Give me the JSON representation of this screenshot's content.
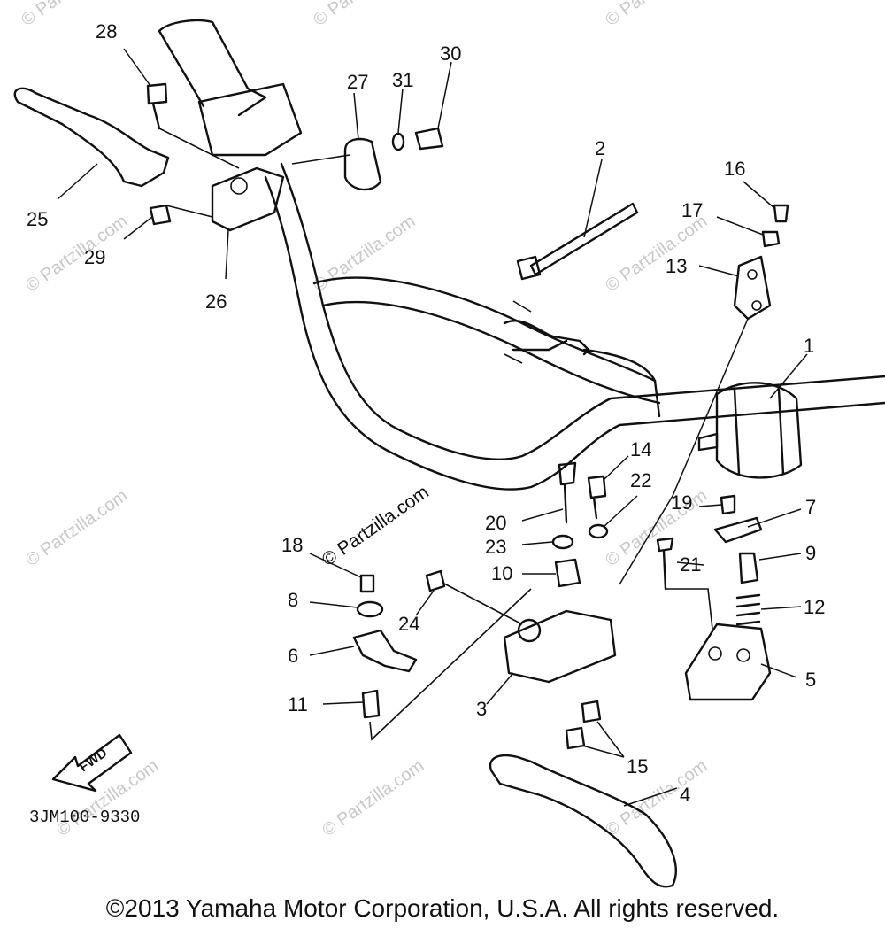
{
  "diagram": {
    "callouts": {
      "c1": "1",
      "c2": "2",
      "c3": "3",
      "c4": "4",
      "c5": "5",
      "c6": "6",
      "c7": "7",
      "c8": "8",
      "c9": "9",
      "c10": "10",
      "c11": "11",
      "c12": "12",
      "c13": "13",
      "c14": "14",
      "c15": "15",
      "c16": "16",
      "c17": "17",
      "c18": "18",
      "c19": "19",
      "c20": "20",
      "c21": "21",
      "c22": "22",
      "c23": "23",
      "c24": "24",
      "c25": "25",
      "c26": "26",
      "c27": "27",
      "c28": "28",
      "c29": "29",
      "c30": "30",
      "c31": "31"
    },
    "fwd_label": "FWD",
    "drawing_code": "3JM100-9330",
    "watermark_center": "© Partzilla.com",
    "watermark_tile": "© Partzilla.com"
  },
  "footer": {
    "copyright": "©2013 Yamaha Motor Corporation, U.S.A. All rights reserved."
  }
}
